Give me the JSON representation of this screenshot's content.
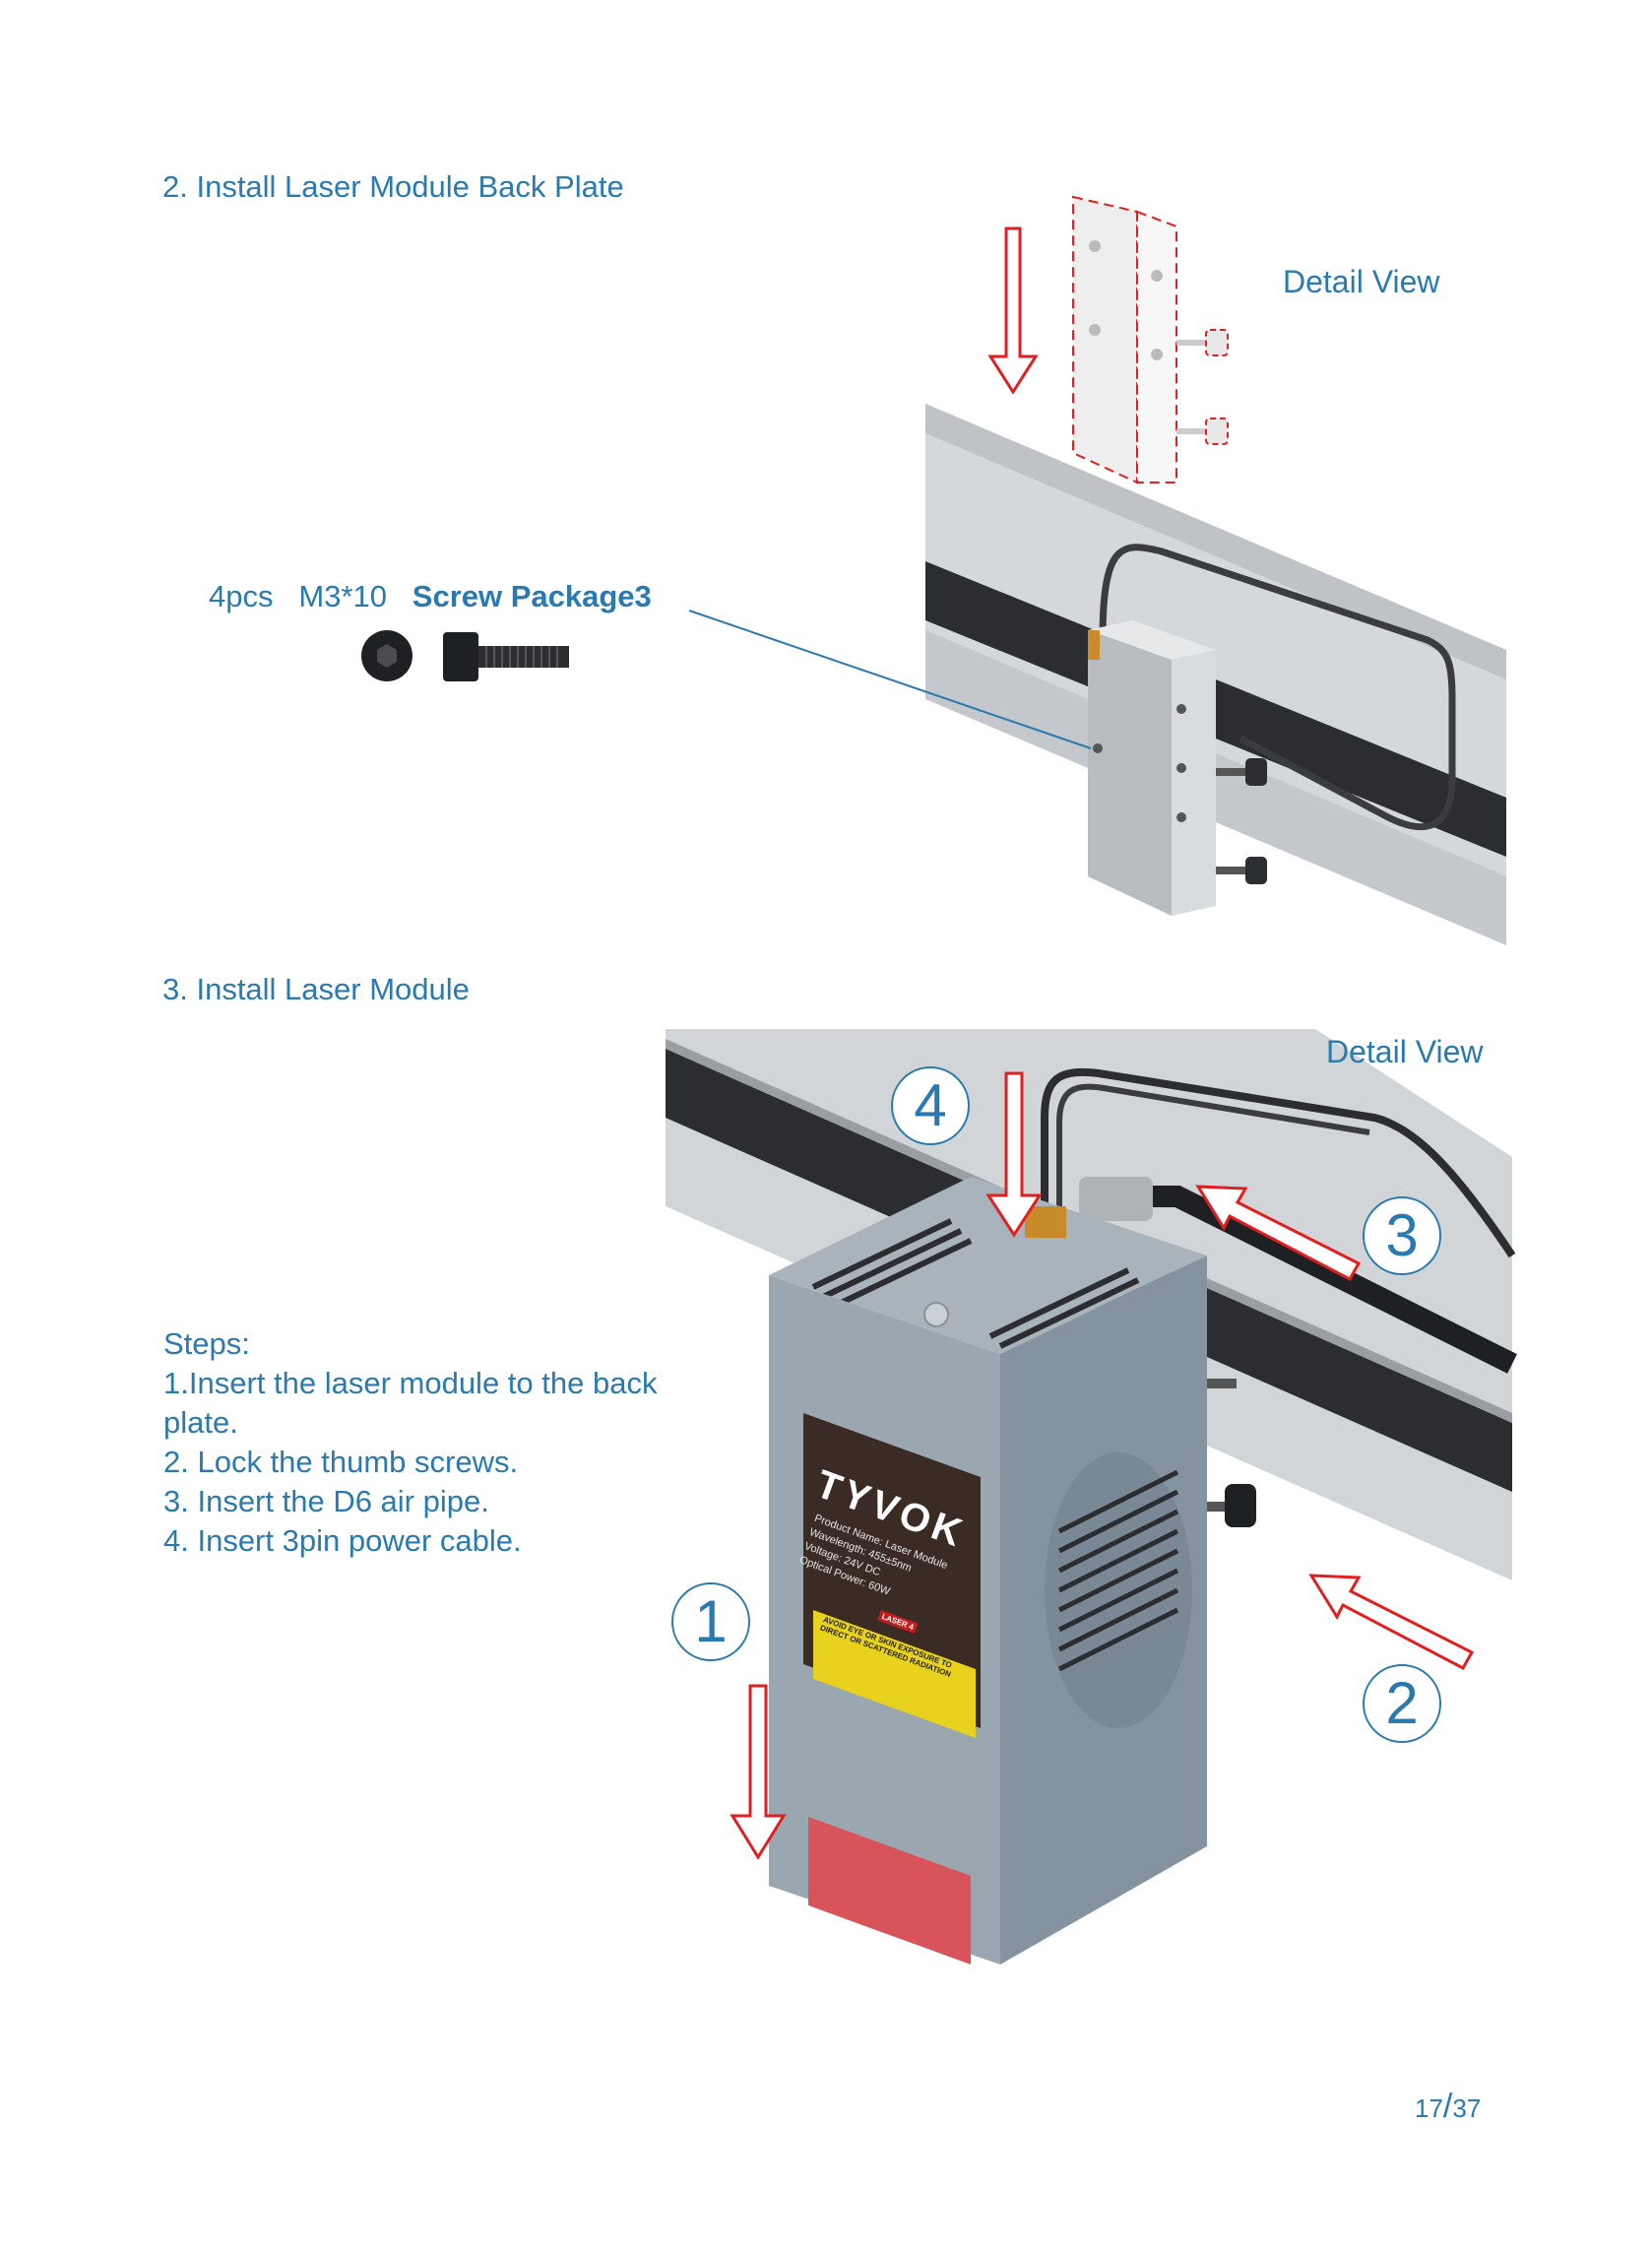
{
  "section2": {
    "heading": "2. Install Laser Module Back Plate",
    "detail_view_label": "Detail View",
    "screw": {
      "qty": "4pcs",
      "size": "M3*10",
      "package": "Screw Package3"
    }
  },
  "section3": {
    "heading": "3. Install Laser Module",
    "detail_view_label": "Detail View",
    "steps_title": "Steps:",
    "steps": [
      "1.Insert the laser module to the back plate.",
      "2. Lock the thumb screws.",
      "3. Insert the D6 air pipe.",
      "4. Insert 3pin power cable."
    ],
    "callouts": [
      "1",
      "2",
      "3",
      "4"
    ],
    "module": {
      "brand": "TYVOK",
      "label_lines": [
        "Product Name: Laser Module",
        "Wavelength: 455±5nm",
        "Voltage: 24V DC",
        "Optical Power: 60W"
      ],
      "warning_text": "AVOID EYE OR SKIN EXPOSURE TO DIRECT OR SCATTERED RADIATION",
      "laser_class": "LASER 4"
    }
  },
  "page": {
    "current": "17",
    "total": "37"
  },
  "colors": {
    "accent": "#2a7ab0",
    "arrow": "#e02020",
    "rail": "#c9ccd0",
    "module": "#9aa6b0"
  }
}
